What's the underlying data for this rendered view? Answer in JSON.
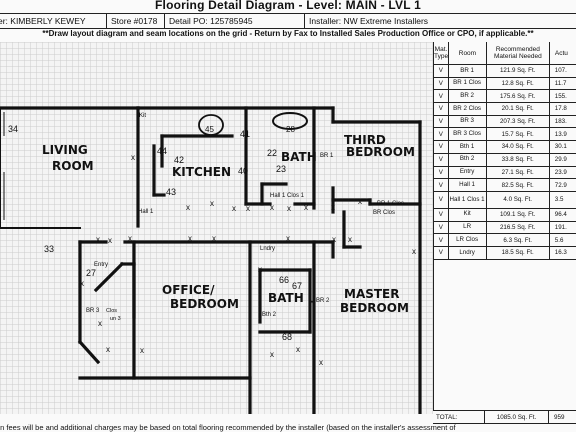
{
  "header": {
    "title": "Flooring Detail Diagram - Level: MAIN - LVL 1",
    "customer": "er: KIMBERLY KEWEY",
    "store": "Store #0178",
    "detail_po": "Detail PO: 125785945",
    "installer": "Installer: NW Extreme Installers"
  },
  "instructions": "**Draw layout diagram and seam locations on the grid - Return by Fax to Installed Sales Production Office or CPO, if applicable.**",
  "table": {
    "headers": {
      "mat_type": "Mat. Type",
      "room": "Room",
      "recommended": "Recommended Material Needed",
      "actual": "Actu"
    },
    "rows": [
      {
        "mat": "V",
        "room": "BR 1",
        "rec": "121.9 Sq. Ft.",
        "act": "107."
      },
      {
        "mat": "V",
        "room": "BR 1 Clos",
        "rec": "12.8 Sq. Ft.",
        "act": "11.7"
      },
      {
        "mat": "V",
        "room": "BR 2",
        "rec": "175.6 Sq. Ft.",
        "act": "155."
      },
      {
        "mat": "V",
        "room": "BR 2 Clos",
        "rec": "20.1 Sq. Ft.",
        "act": "17.8"
      },
      {
        "mat": "V",
        "room": "BR 3",
        "rec": "207.3 Sq. Ft.",
        "act": "183."
      },
      {
        "mat": "V",
        "room": "BR 3 Clos",
        "rec": "15.7 Sq. Ft.",
        "act": "13.9"
      },
      {
        "mat": "V",
        "room": "Bth 1",
        "rec": "34.0 Sq. Ft.",
        "act": "30.1"
      },
      {
        "mat": "V",
        "room": "Bth 2",
        "rec": "33.8 Sq. Ft.",
        "act": "29.9"
      },
      {
        "mat": "V",
        "room": "Entry",
        "rec": "27.1 Sq. Ft.",
        "act": "23.9"
      },
      {
        "mat": "V",
        "room": "Hall 1",
        "rec": "82.5 Sq. Ft.",
        "act": "72.9"
      },
      {
        "mat": "V",
        "room": "Hall 1 Clos 1",
        "rec": "4.0 Sq. Ft.",
        "act": "3.5",
        "two": true
      },
      {
        "mat": "V",
        "room": "Kit",
        "rec": "109.1 Sq. Ft.",
        "act": "96.4"
      },
      {
        "mat": "V",
        "room": "LR",
        "rec": "216.5 Sq. Ft.",
        "act": "191."
      },
      {
        "mat": "V",
        "room": "LR Clos",
        "rec": "6.3 Sq. Ft.",
        "act": "5.6"
      },
      {
        "mat": "V",
        "room": "Lndry",
        "rec": "18.5 Sq. Ft.",
        "act": "16.3"
      }
    ],
    "total_label": "TOTAL:",
    "total_value": "1085.0 Sq. Ft.",
    "total_actual": "959"
  },
  "footer": "on fees will be and additional charges may be based on total flooring recommended by the installer (based on the installer's assessment of",
  "plan": {
    "rooms": {
      "living": "LIVING ROOM",
      "kitchen": "KITCHEN",
      "bath1": "BATH",
      "third": "THIRD BEDROOM",
      "office": "OFFICE/ BEDROOM",
      "bath2": "BATH",
      "master": "MASTER BEDROOM"
    },
    "labels": {
      "n34": "34",
      "n33": "33",
      "n27": "27",
      "n45": "45",
      "n41": "41",
      "n44": "44",
      "n42": "42",
      "n43": "43",
      "n40": "40",
      "n22": "22",
      "n23": "23",
      "n28": "28",
      "n66": "66",
      "n67": "67",
      "n68": "68",
      "kit": "Kit",
      "br1": "BR 1",
      "br1clos": "BR 1 Clos",
      "brclos": "BR Clos",
      "hall1": "Hall 1",
      "hall1clos": "Hall 1 Clos 1",
      "lndry": "Lndry",
      "entry": "Entry",
      "br3": "BR 3",
      "br3clos": "Clos",
      "br3clos2": "un 3",
      "bth2": "Bth 2",
      "br2": "BR 2"
    }
  }
}
